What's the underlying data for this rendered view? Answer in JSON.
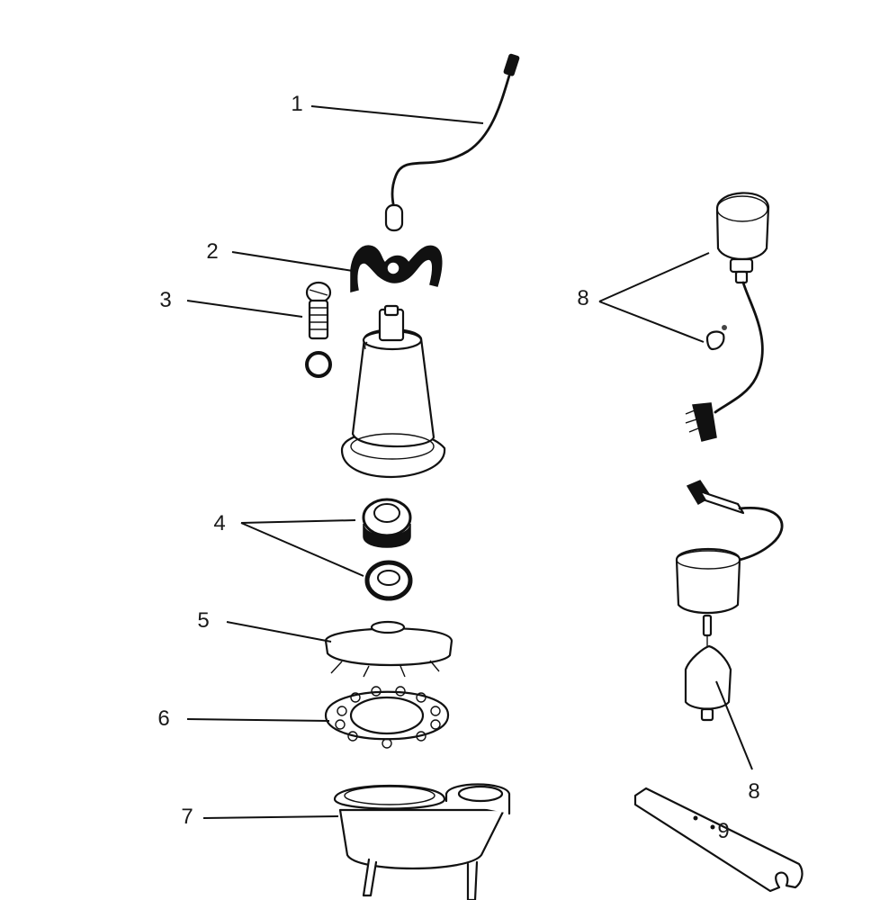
{
  "diagram": {
    "callouts": [
      {
        "id": "callout-1",
        "text": "1"
      },
      {
        "id": "callout-2",
        "text": "2"
      },
      {
        "id": "callout-3",
        "text": "3"
      },
      {
        "id": "callout-4",
        "text": "4"
      },
      {
        "id": "callout-5",
        "text": "5"
      },
      {
        "id": "callout-6",
        "text": "6"
      },
      {
        "id": "callout-7",
        "text": "7"
      },
      {
        "id": "callout-8a",
        "text": "8"
      },
      {
        "id": "callout-8b",
        "text": "8"
      },
      {
        "id": "callout-9",
        "text": "9"
      }
    ]
  }
}
